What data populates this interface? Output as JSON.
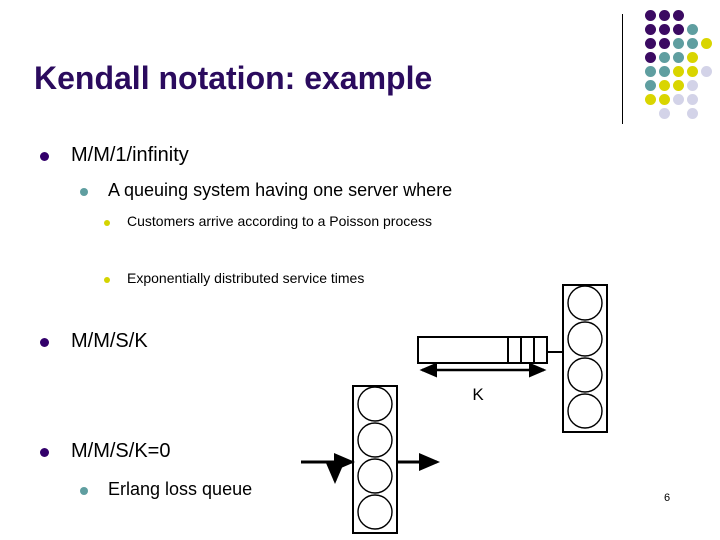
{
  "slide": {
    "title": "Kendall notation: example",
    "page_number": "6",
    "title_color": "#2b0b5e"
  },
  "bullets": [
    {
      "id": "mm1",
      "level": 1,
      "text": "M/M/1/infinity",
      "bullet_color": "#33006b"
    },
    {
      "id": "queuing",
      "level": 2,
      "text": "A queuing system having one server where",
      "bullet_color": "#5f9ea0"
    },
    {
      "id": "poisson",
      "level": 3,
      "text": "Customers arrive according to a Poisson process",
      "bullet_color": "#d4d400"
    },
    {
      "id": "exp",
      "level": 3,
      "text": "Exponentially distributed service times",
      "bullet_color": "#d4d400"
    },
    {
      "id": "mmsk",
      "level": 1,
      "text": "M/M/S/K",
      "bullet_color": "#33006b"
    },
    {
      "id": "mmsk0",
      "level": 1,
      "text": "M/M/S/K=0",
      "bullet_color": "#33006b"
    },
    {
      "id": "erlang",
      "level": 2,
      "text": "Erlang loss queue",
      "bullet_color": "#5f9ea0"
    }
  ],
  "diagrams": {
    "mmsk_diagram": {
      "queue_capacity_label": "K",
      "server_count": 4,
      "description": "Queue buffer with waiting positions feeding a bank of four servers"
    },
    "erlang_diagram": {
      "server_count": 4,
      "description": "Arrivals enter a bank of four servers; blocked arrivals are lost (downward arrow); served customers depart to the right"
    }
  },
  "decoration": {
    "dot_grid": {
      "colors": {
        "purple": "#3b0a62",
        "teal": "#5f9ea0",
        "yellow": "#d9d500",
        "lavender": "#d3d3e8"
      },
      "cols": 5,
      "rows": 8,
      "cell": 14,
      "dots": [
        {
          "c": 0,
          "r": 0,
          "k": "purple"
        },
        {
          "c": 1,
          "r": 0,
          "k": "purple"
        },
        {
          "c": 2,
          "r": 0,
          "k": "purple"
        },
        {
          "c": 0,
          "r": 1,
          "k": "purple"
        },
        {
          "c": 1,
          "r": 1,
          "k": "purple"
        },
        {
          "c": 2,
          "r": 1,
          "k": "purple"
        },
        {
          "c": 3,
          "r": 1,
          "k": "teal"
        },
        {
          "c": 0,
          "r": 2,
          "k": "purple"
        },
        {
          "c": 1,
          "r": 2,
          "k": "purple"
        },
        {
          "c": 2,
          "r": 2,
          "k": "teal"
        },
        {
          "c": 3,
          "r": 2,
          "k": "teal"
        },
        {
          "c": 4,
          "r": 2,
          "k": "yellow"
        },
        {
          "c": 0,
          "r": 3,
          "k": "purple"
        },
        {
          "c": 1,
          "r": 3,
          "k": "teal"
        },
        {
          "c": 2,
          "r": 3,
          "k": "teal"
        },
        {
          "c": 3,
          "r": 3,
          "k": "yellow"
        },
        {
          "c": 0,
          "r": 4,
          "k": "teal"
        },
        {
          "c": 1,
          "r": 4,
          "k": "teal"
        },
        {
          "c": 2,
          "r": 4,
          "k": "yellow"
        },
        {
          "c": 3,
          "r": 4,
          "k": "yellow"
        },
        {
          "c": 4,
          "r": 4,
          "k": "lavender"
        },
        {
          "c": 0,
          "r": 5,
          "k": "teal"
        },
        {
          "c": 1,
          "r": 5,
          "k": "yellow"
        },
        {
          "c": 2,
          "r": 5,
          "k": "yellow"
        },
        {
          "c": 3,
          "r": 5,
          "k": "lavender"
        },
        {
          "c": 0,
          "r": 6,
          "k": "yellow"
        },
        {
          "c": 1,
          "r": 6,
          "k": "yellow"
        },
        {
          "c": 2,
          "r": 6,
          "k": "lavender"
        },
        {
          "c": 3,
          "r": 6,
          "k": "lavender"
        },
        {
          "c": 1,
          "r": 7,
          "k": "lavender"
        },
        {
          "c": 3,
          "r": 7,
          "k": "lavender"
        }
      ]
    }
  }
}
